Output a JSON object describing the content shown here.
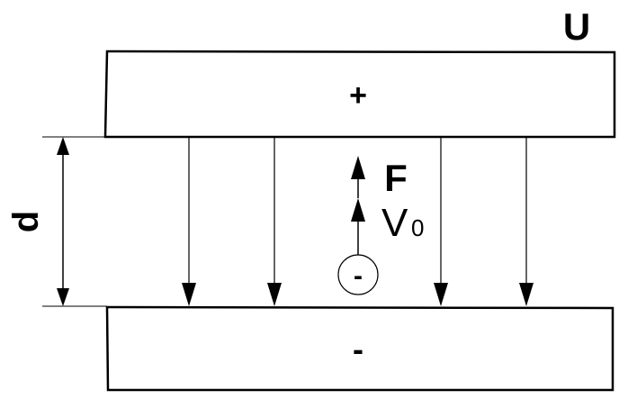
{
  "diagram": {
    "voltage_label": "U",
    "top_plate_sign": "+",
    "bottom_plate_sign": "-",
    "distance_label": "d",
    "force_label": "F",
    "velocity_label": "V",
    "velocity_subscript": "0",
    "charge_sign": "-"
  },
  "colors": {
    "stroke": "#000000",
    "background": "#ffffff"
  }
}
